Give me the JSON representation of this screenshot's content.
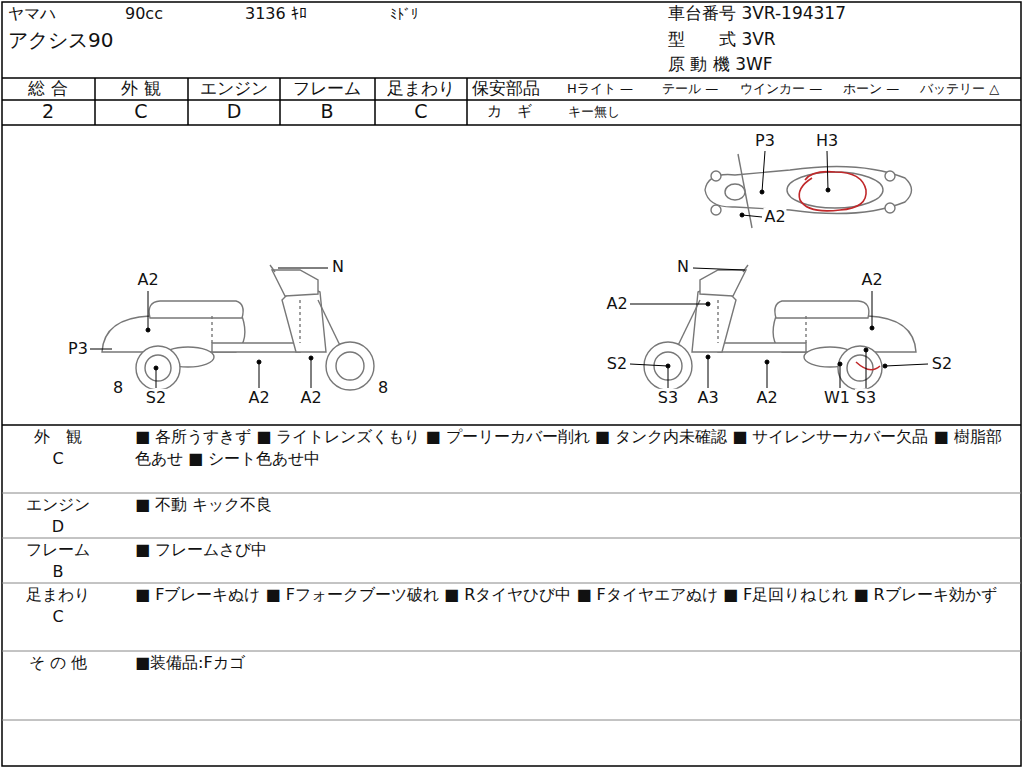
{
  "diagram": {
    "labels": [
      "ヤマハ",
      "90cc",
      "3136 ｷﾛ",
      "ﾐﾄﾞﾘ",
      "車台番号 3VR-194317",
      "アクシス90",
      "型　　式 3VR",
      "原 動 機 3WF",
      "総 合",
      "外 観",
      "エンジン",
      "フレーム",
      "足まわり",
      "2",
      "C",
      "D",
      "B",
      "C",
      "保安部品",
      "Hライト —",
      "テール —",
      "ウインカー —",
      "ホーン —",
      "バッテリー △",
      "カ　ギ",
      "キー無し",
      "P3",
      "H3",
      "A2",
      "N",
      "A2",
      "P3",
      "8",
      "S2",
      "A2",
      "A2",
      "8",
      "N",
      "A2",
      "A2",
      "S2",
      "S2",
      "S3",
      "A3",
      "A2",
      "W1",
      "S3",
      "外　観",
      "C",
      "■ 各所うすきず ■ ライトレンズくもり ■ プーリーカバー削れ ■ タンク内未確認 ■ サイレンサーカバー欠品 ■ 樹脂部色あせ ■ シート色あせ中",
      "エンジン",
      "D",
      "■ 不動 キック不良",
      "フレーム",
      "B",
      "■ フレームさび中",
      "足まわり",
      "C",
      "■ Fブレーキぬけ ■ Fフォークブーツ破れ ■ Rタイヤひび中 ■ Fタイヤエアぬけ ■ F足回りねじれ ■ Rブレーキ効かず",
      "そ の 他",
      "■装備品:Fカゴ"
    ]
  }
}
